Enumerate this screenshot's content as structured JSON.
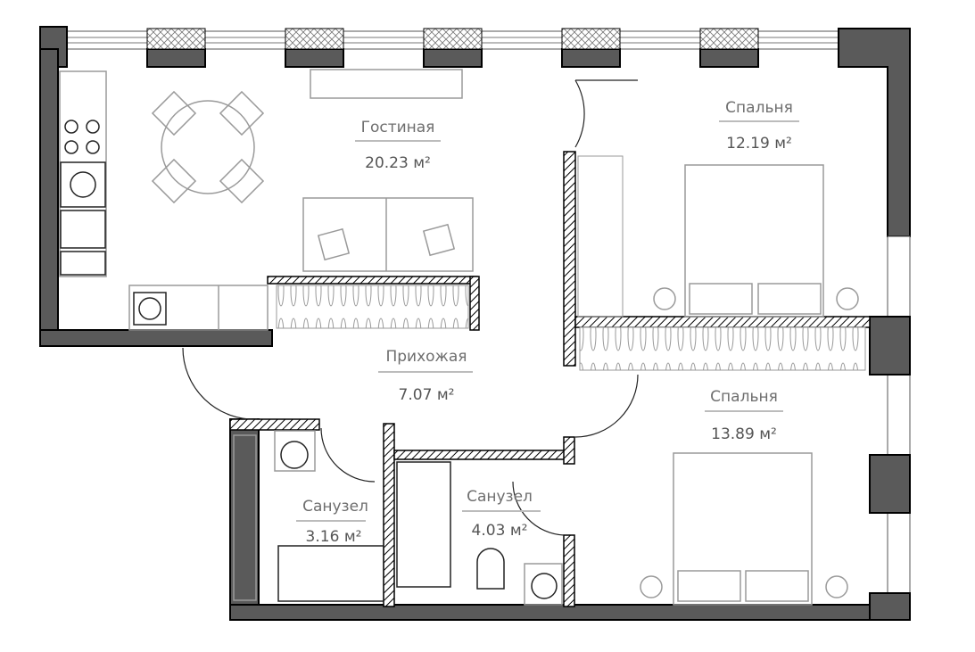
{
  "rooms": [
    {
      "name": "Гостиная",
      "area": "20.23",
      "unit": "м²"
    },
    {
      "name": "Спальня",
      "area": "12.19",
      "unit": "м²"
    },
    {
      "name": "Прихожая",
      "area": "7.07",
      "unit": "м²"
    },
    {
      "name": "Спальня",
      "area": "13.89",
      "unit": "м²"
    },
    {
      "name": "Санузел",
      "area": "3.16",
      "unit": "м²"
    },
    {
      "name": "Санузел",
      "area": "4.03",
      "unit": "м²"
    }
  ],
  "colors": {
    "wall": "#5a5a5a",
    "label": "#6e6e6e",
    "furniture": "#9a9a9a"
  }
}
